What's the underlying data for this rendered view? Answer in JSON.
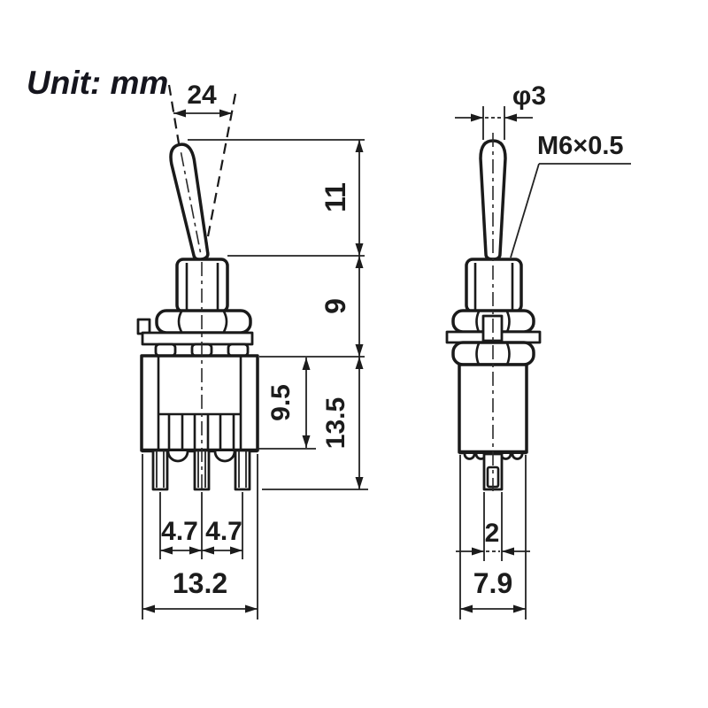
{
  "unit_label": "Unit: mm",
  "front_view": {
    "dim_lever_swing": "24",
    "dim_lever_height": "11",
    "dim_bushing_height": "9",
    "dim_case_height": "9.5",
    "dim_case_plus_pins": "13.5",
    "dim_pin_pitch_left": "4.7",
    "dim_pin_pitch_right": "4.7",
    "dim_case_width": "13.2"
  },
  "side_view": {
    "dim_lever_diameter": "φ3",
    "thread_spec": "M6×0.5",
    "dim_pin_thickness": "2",
    "dim_case_depth": "7.9"
  },
  "colors": {
    "ink": "#1a1a1a",
    "background": "#ffffff"
  }
}
